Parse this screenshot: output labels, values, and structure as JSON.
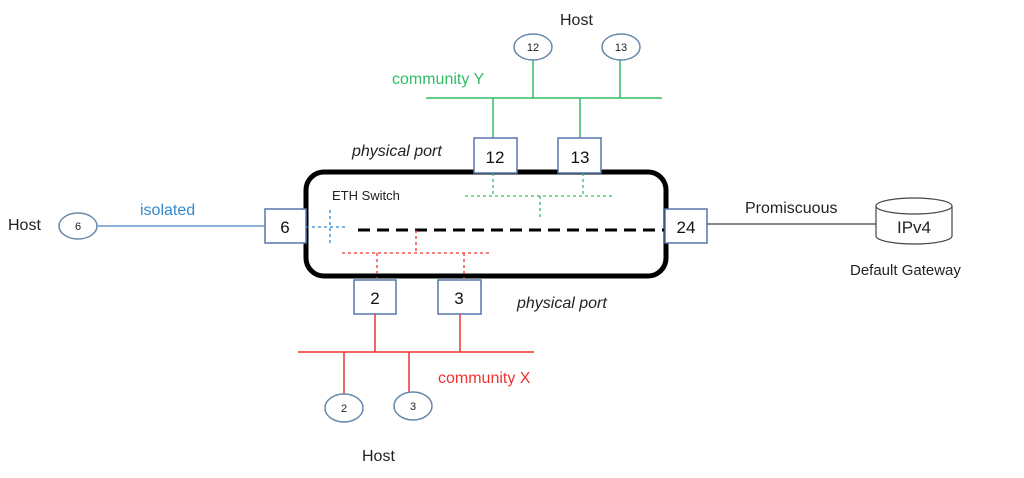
{
  "diagram": {
    "switch_label": "ETH Switch",
    "physical_port_label_top": "physical port",
    "physical_port_label_bottom": "physical port",
    "colors": {
      "community_y": "#33bb66",
      "community_x": "#ee3333",
      "isolated": "#3388cc",
      "port_border": "#5577aa",
      "host_border": "#6688aa",
      "switch_border": "#000000",
      "trunk": "#000000"
    },
    "community_y": {
      "label": "community Y",
      "host_label": "Host",
      "ports": [
        "12",
        "13"
      ],
      "hosts": [
        "12",
        "13"
      ]
    },
    "community_x": {
      "label": "community X",
      "host_label": "Host",
      "ports": [
        "2",
        "3"
      ],
      "hosts": [
        "2",
        "3"
      ]
    },
    "isolated": {
      "label": "isolated",
      "host_label": "Host",
      "port": "6",
      "host": "6"
    },
    "promiscuous": {
      "label": "Promiscuous",
      "port": "24",
      "gateway_text": "IPv4",
      "gateway_label": "Default Gateway"
    }
  }
}
